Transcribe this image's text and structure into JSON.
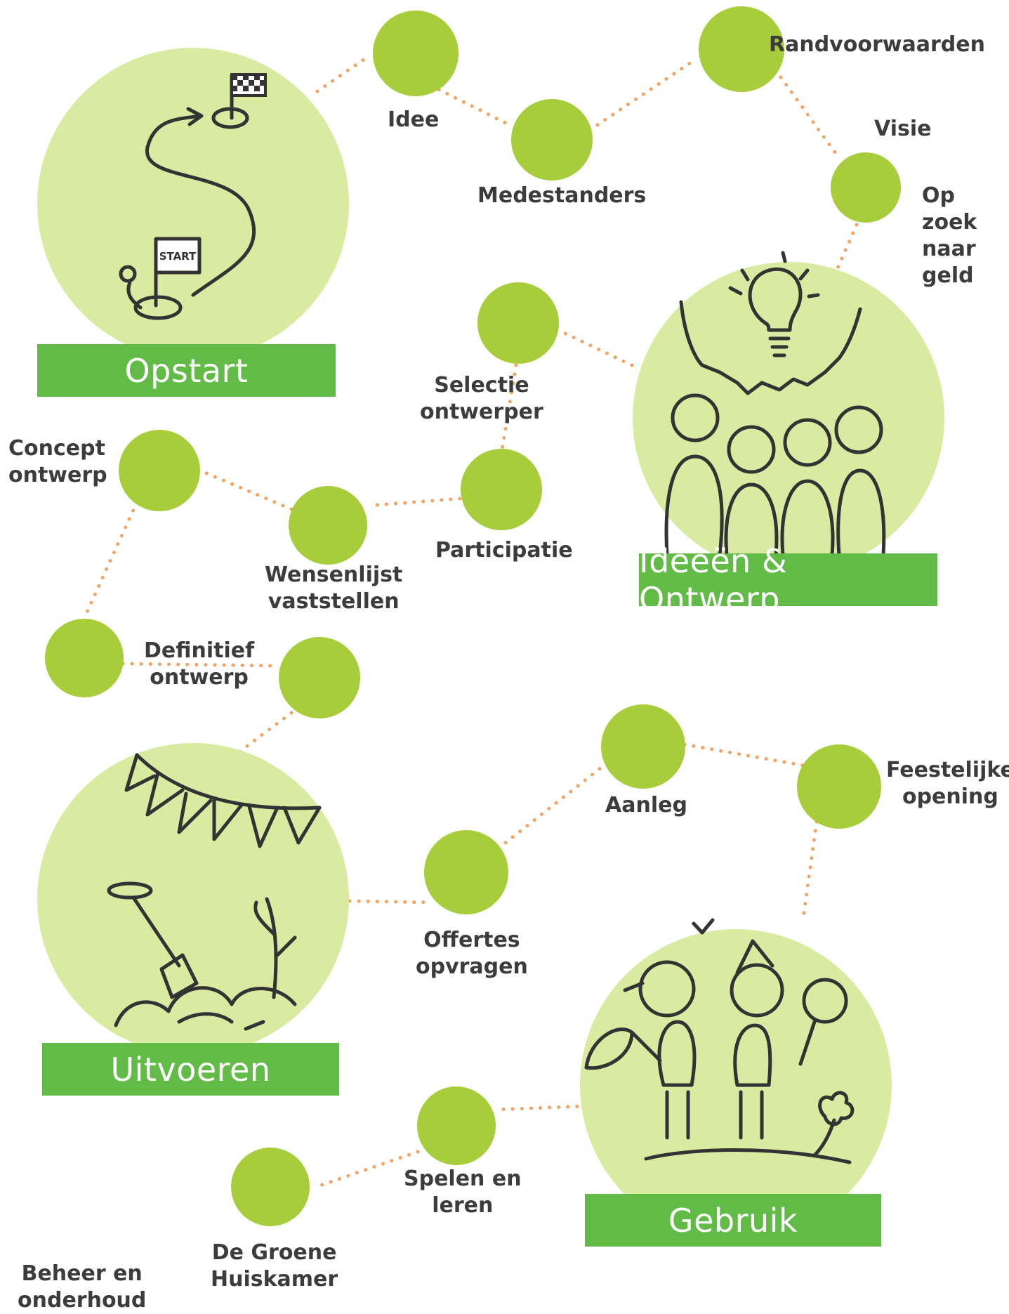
{
  "colors": {
    "big_circle": "#d9eba0",
    "step_circle": "#a8cd3a",
    "banner": "#62bb46",
    "path_dots": "#f4a261",
    "sketch_ink": "#333333"
  },
  "phases": {
    "opstart": "Opstart",
    "ideeen_ontwerp": "Ideeën & Ontwerp",
    "uitvoeren": "Uitvoeren",
    "gebruik": "Gebruik"
  },
  "sketch_text": {
    "start_flag": "START"
  },
  "steps": {
    "idee": "Idee",
    "medestanders": "Medestanders",
    "randvoorwaarden": "Randvoorwaarden",
    "visie": "Visie",
    "op_zoek_naar_geld": "Op\nzoek\nnaar\ngeld",
    "selectie_ontwerper": "Selectie\nontwerper",
    "participatie": "Participatie",
    "wensenlijst_vaststellen": "Wensenlijst\nvaststellen",
    "concept_ontwerp": "Concept\nontwerp",
    "definitief_ontwerp": "Definitief\nontwerp",
    "offertes_opvragen": "Offertes\nopvragen",
    "aanleg": "Aanleg",
    "feestelijke_opening": "Feestelijke\nopening",
    "spelen_en_leren": "Spelen en\nleren",
    "de_groene_huiskamer": "De Groene\nHuiskamer",
    "beheer_en_onderhoud": "Beheer en\nonderhoud"
  }
}
